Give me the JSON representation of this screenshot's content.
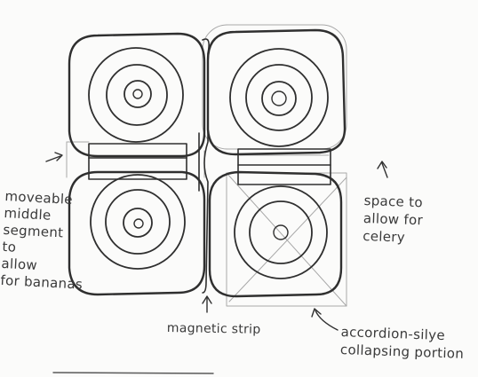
{
  "annotations": {
    "moveable_segment": "moveable\nmiddle\nsegment\nto\nallow\nfor bananas",
    "space_for_celery": "space to\nallow for\ncelery",
    "magnetic_strip": "magnetic strip",
    "accordion_portion": "accordion-silye\ncollapsing portion"
  },
  "colors": {
    "ink": "#2f2f2f",
    "faint_ink": "#9a9a9a",
    "paper": "#fbfbfa"
  }
}
